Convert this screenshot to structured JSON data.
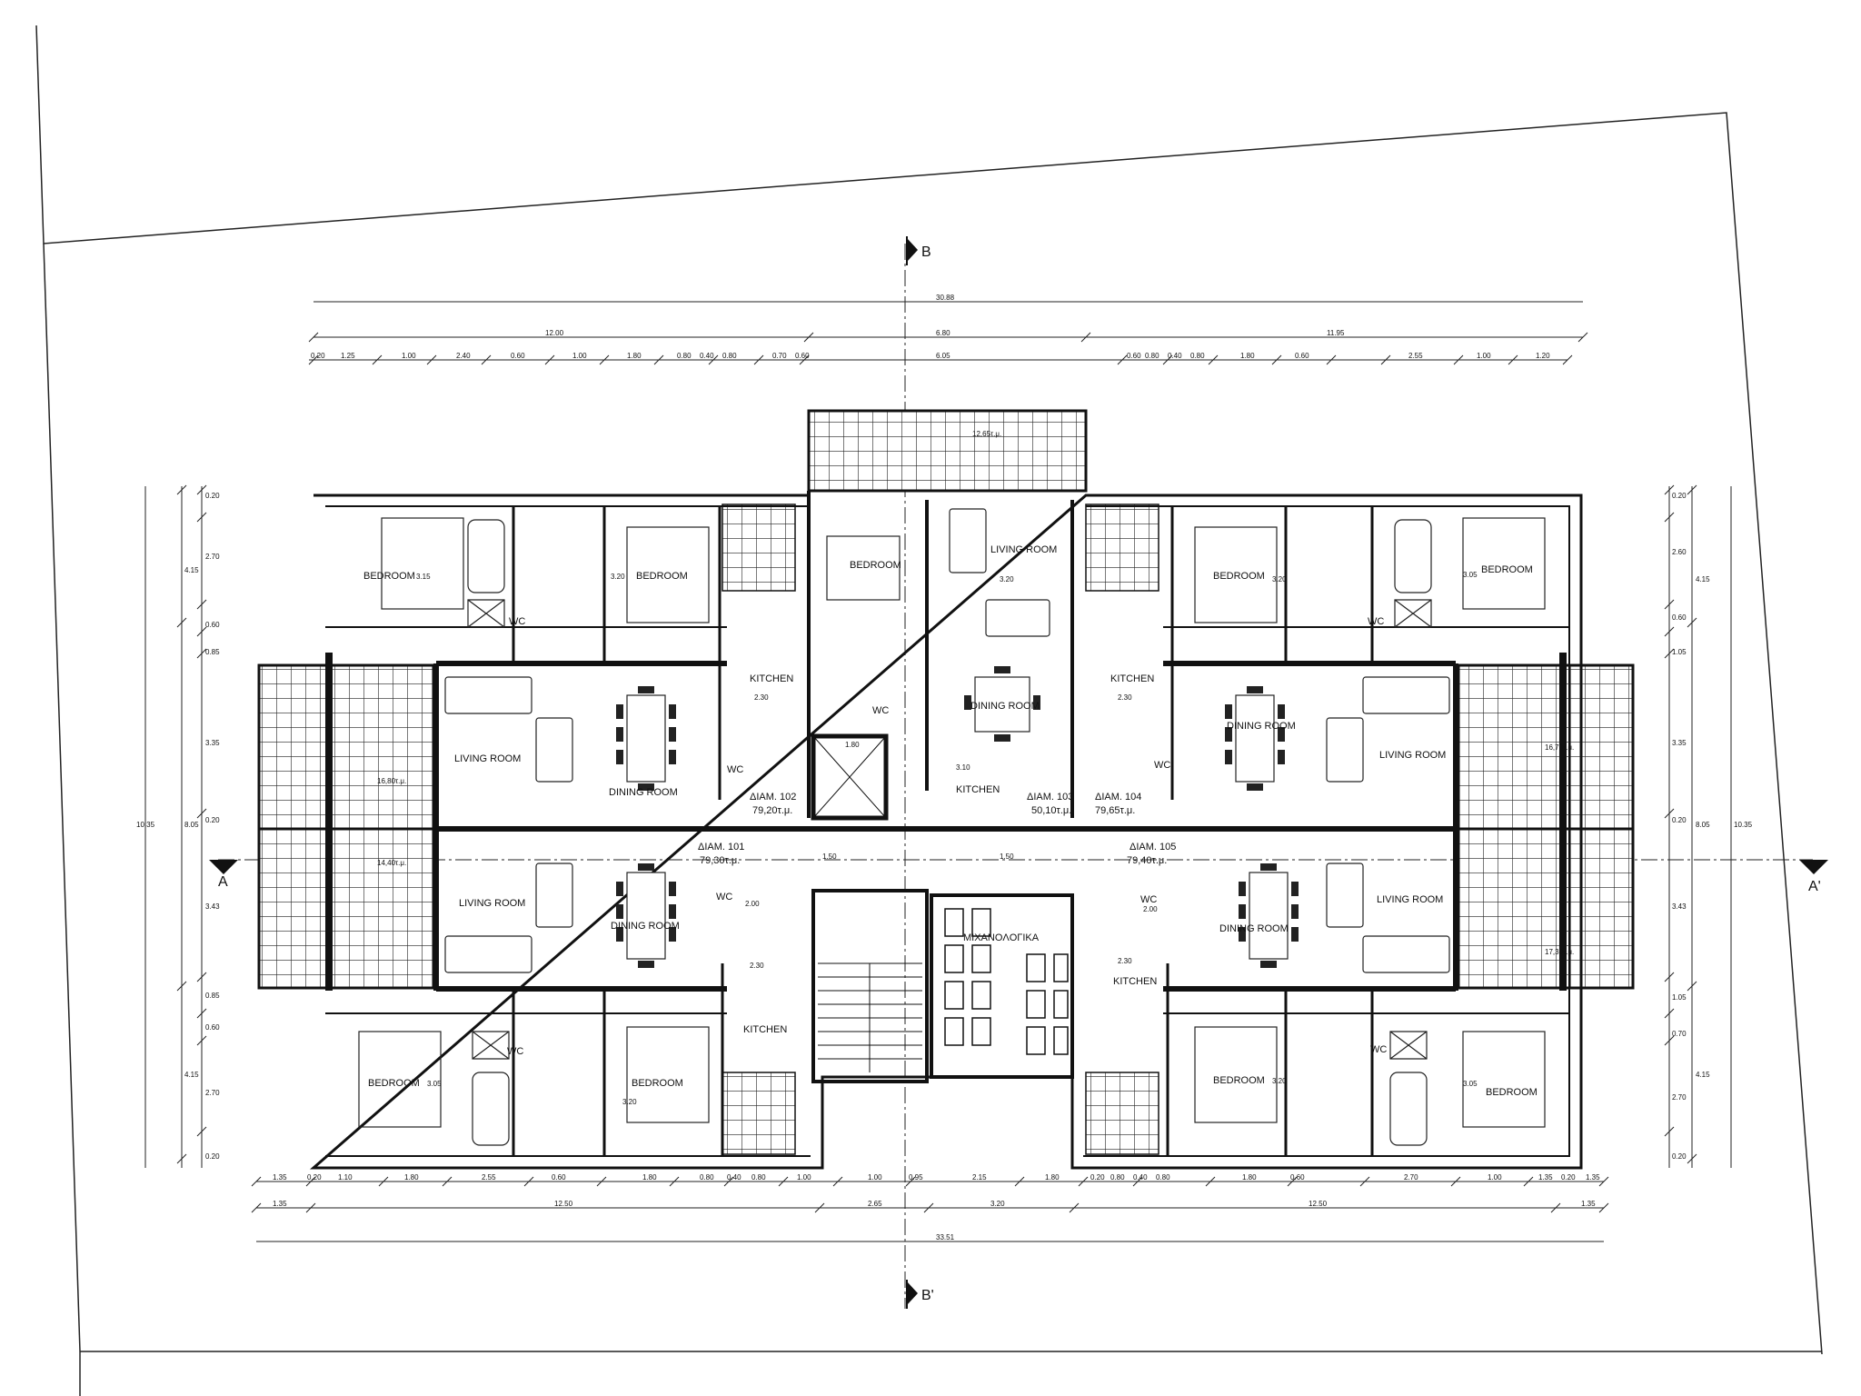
{
  "section_markers": {
    "top": "B",
    "bottom": "B'",
    "left": "A",
    "right": "A'"
  },
  "rooms": {
    "nw": [
      {
        "label": "BEDROOM",
        "extra": "3.15"
      },
      {
        "label": "BEDROOM",
        "extra": "3.20"
      },
      {
        "label": "WC",
        "extra": ""
      },
      {
        "label": "LIVING ROOM",
        "extra": ""
      },
      {
        "label": "DINING ROOM",
        "extra": ""
      },
      {
        "label": "KITCHEN",
        "extra": "2.30"
      },
      {
        "label": "WC",
        "extra": ""
      }
    ],
    "center_top": [
      {
        "label": "BEDROOM",
        "extra": ""
      },
      {
        "label": "LIVING ROOM",
        "extra": "3.20"
      },
      {
        "label": "DINING ROOM",
        "extra": ""
      },
      {
        "label": "KITCHEN",
        "extra": "3.10"
      },
      {
        "label": "WC",
        "extra": ""
      }
    ],
    "ne": [
      {
        "label": "BEDROOM",
        "extra": "3.20"
      },
      {
        "label": "BEDROOM",
        "extra": "3.05"
      },
      {
        "label": "WC",
        "extra": ""
      },
      {
        "label": "KITCHEN",
        "extra": "2.30"
      },
      {
        "label": "DINING ROOM",
        "extra": ""
      },
      {
        "label": "LIVING ROOM",
        "extra": ""
      },
      {
        "label": "WC",
        "extra": ""
      }
    ],
    "sw": [
      {
        "label": "LIVING ROOM",
        "extra": ""
      },
      {
        "label": "DINING ROOM",
        "extra": ""
      },
      {
        "label": "WC",
        "extra": "2.00"
      },
      {
        "label": "KITCHEN",
        "extra": "2.30"
      },
      {
        "label": "BEDROOM",
        "extra": "3.05"
      },
      {
        "label": "BEDROOM",
        "extra": "3.20"
      },
      {
        "label": "WC",
        "extra": ""
      }
    ],
    "se": [
      {
        "label": "DINING ROOM",
        "extra": ""
      },
      {
        "label": "LIVING ROOM",
        "extra": ""
      },
      {
        "label": "WC",
        "extra": "2.00"
      },
      {
        "label": "KITCHEN",
        "extra": "2.30"
      },
      {
        "label": "BEDROOM",
        "extra": "3.20"
      },
      {
        "label": "BEDROOM",
        "extra": "3.05"
      },
      {
        "label": "WC",
        "extra": ""
      }
    ],
    "mechanical": "MIXANOΛOΓIKA"
  },
  "apartments": [
    {
      "id": "ΔΙΑΜ. 102",
      "area": "79,20τ.μ."
    },
    {
      "id": "ΔΙΑΜ. 103",
      "area": "50,10τ.μ."
    },
    {
      "id": "ΔΙΑΜ. 104",
      "area": "79,65τ.μ."
    },
    {
      "id": "ΔΙΑΜ. 101",
      "area": "79,30τ.μ."
    },
    {
      "id": "ΔΙΑΜ. 105",
      "area": "79,40τ.μ."
    }
  ],
  "balcony_areas": [
    "16,80τ.μ.",
    "14,40τ.μ.",
    "16,79τ.μ.",
    "17,30τ.μ.",
    "12,65τ.μ."
  ],
  "dimensions": {
    "top_overall": "30.88",
    "top_segments": [
      "12.00",
      "6.80",
      "11.95"
    ],
    "top_detail": [
      "0.20",
      "1.25",
      "1.00",
      "2.40",
      "0.60",
      "1.00",
      "1.80",
      "0.80",
      "0.40",
      "0.80",
      "0.70",
      "0.60",
      "6.05",
      "0.60",
      "0.80",
      "0.40",
      "0.80",
      "1.80",
      "0.60",
      "2.55",
      "1.00",
      "1.20"
    ],
    "bottom_detail": [
      "1.35",
      "0.20",
      "1.10",
      "1.80",
      "2.55",
      "0.60",
      "1.80",
      "0.80",
      "0.40",
      "0.80",
      "1.00",
      "1.00",
      "0.95",
      "2.15",
      "1.80",
      "0.20",
      "0.80",
      "0.40",
      "0.80",
      "1.80",
      "0.60",
      "2.70",
      "1.00",
      "1.35",
      "0.20",
      "1.35"
    ],
    "bottom_segments": [
      "1.35",
      "12.50",
      "2.65",
      "3.20",
      "12.50",
      "1.35"
    ],
    "bottom_overall": "33.51",
    "left_chain": [
      "0.20",
      "2.70",
      "0.60",
      "0.85",
      "3.35",
      "0.20",
      "3.43",
      "0.85",
      "0.60",
      "2.70",
      "0.20"
    ],
    "left_segments": [
      "4.15",
      "4.15"
    ],
    "left_mid": [
      "8.05",
      "10.35"
    ],
    "right_chain": [
      "0.20",
      "2.60",
      "0.60",
      "1.05",
      "3.35",
      "0.20",
      "3.43",
      "1.05",
      "0.70",
      "2.70",
      "0.20"
    ],
    "right_segments": [
      "4.15",
      "4.15"
    ],
    "right_mid": [
      "8.05",
      "10.35"
    ],
    "stair_labels": [
      "1.50",
      "1.50",
      "1.80"
    ]
  }
}
